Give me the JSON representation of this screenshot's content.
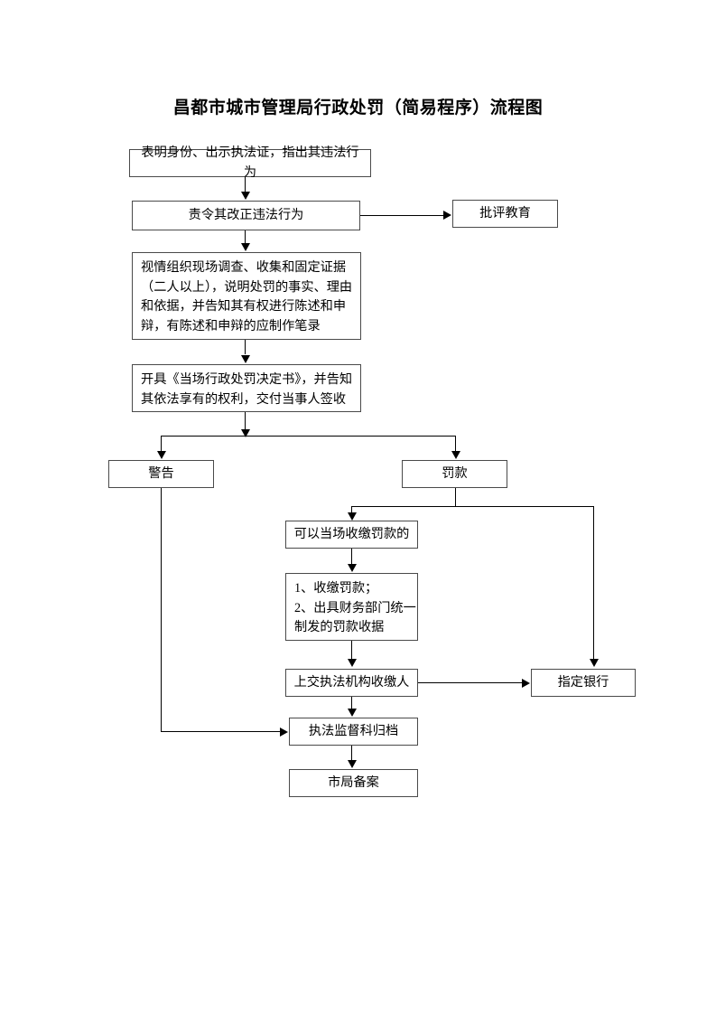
{
  "document": {
    "title": "昌都市城市管理局行政处罚（简易程序）流程图"
  },
  "nodes": {
    "identify": "表明身份、出示执法证，指出其违法行为",
    "order_correction": "责令其改正违法行为",
    "criticism_education": "批评教育",
    "investigate": {
      "line1": "视情组织现场调查、收集和固定证据",
      "line2": "（二人以上），说明处罚的事实、理由",
      "line3": "和依据，并告知其有权进行陈述和申",
      "line4": "辩，有陈述和申辩的应制作笔录"
    },
    "issue_decision": {
      "line1": "开具《当场行政处罚决定书》，并告知",
      "line2": "其依法享有的权利，交付当事人签收"
    },
    "warning": "警告",
    "fine": "罚款",
    "onsite_collect": "可以当场收缴罚款的",
    "collect_steps": {
      "line1": "1、收缴罚款；",
      "line2": "2、出具财务部门统一",
      "line3": "制发的罚款收据"
    },
    "submit_collector": "上交执法机构收缴人",
    "designated_bank": "指定银行",
    "supervision_archive": "执法监督科归档",
    "bureau_filing": "市局备案"
  },
  "colors": {
    "page_background": "#ffffff",
    "box_border": "#4a4a4a",
    "connector": "#000000",
    "text": "#000000"
  }
}
